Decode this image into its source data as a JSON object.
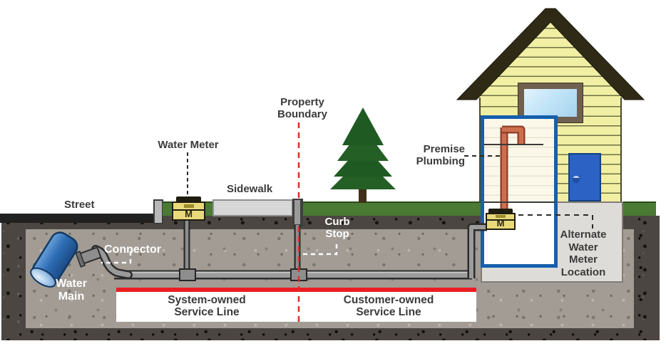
{
  "diagram": {
    "title_context": "Water service line cross-section diagram",
    "labels": {
      "street": "Street",
      "water_meter": "Water Meter",
      "sidewalk": "Sidewalk",
      "property_boundary": "Property\nBoundary",
      "curb_stop": "Curb\nStop",
      "connector": "Connector",
      "water_main": "Water\nMain",
      "premise_plumbing": "Premise\nPlumbing",
      "alternate_water_meter": "Alternate\nWater\nMeter\nLocation",
      "system_owned_service_line": "System-owned\nService Line",
      "customer_owned_service_line": "Customer-owned\nService Line",
      "street_meter_m": "M",
      "house_meter_m": "M"
    },
    "colors": {
      "grass": "#4a7a33",
      "asphalt": "#212121",
      "soil_outer": "#4b4642",
      "soil_inner": "#a29c95",
      "foundation": "#dedcd8",
      "house_siding": "#f1efa3",
      "roof": "#2e2a16",
      "door_blue": "#2b62c4",
      "window_glass": "#c3e5f8",
      "cutaway_panel_border": "#1560ae",
      "copper_pipe": "#cd6f4e",
      "meter_yellow": "#e9d97b",
      "pipe_gray": "#9c9c9c",
      "water_main_blue": "#2e6db4",
      "property_boundary_red": "#d93025",
      "service_line_red": "#ed1c24",
      "tree_green": "#1e5a21",
      "label_dark": "#3b3b3b",
      "label_light": "#ffffff"
    }
  }
}
